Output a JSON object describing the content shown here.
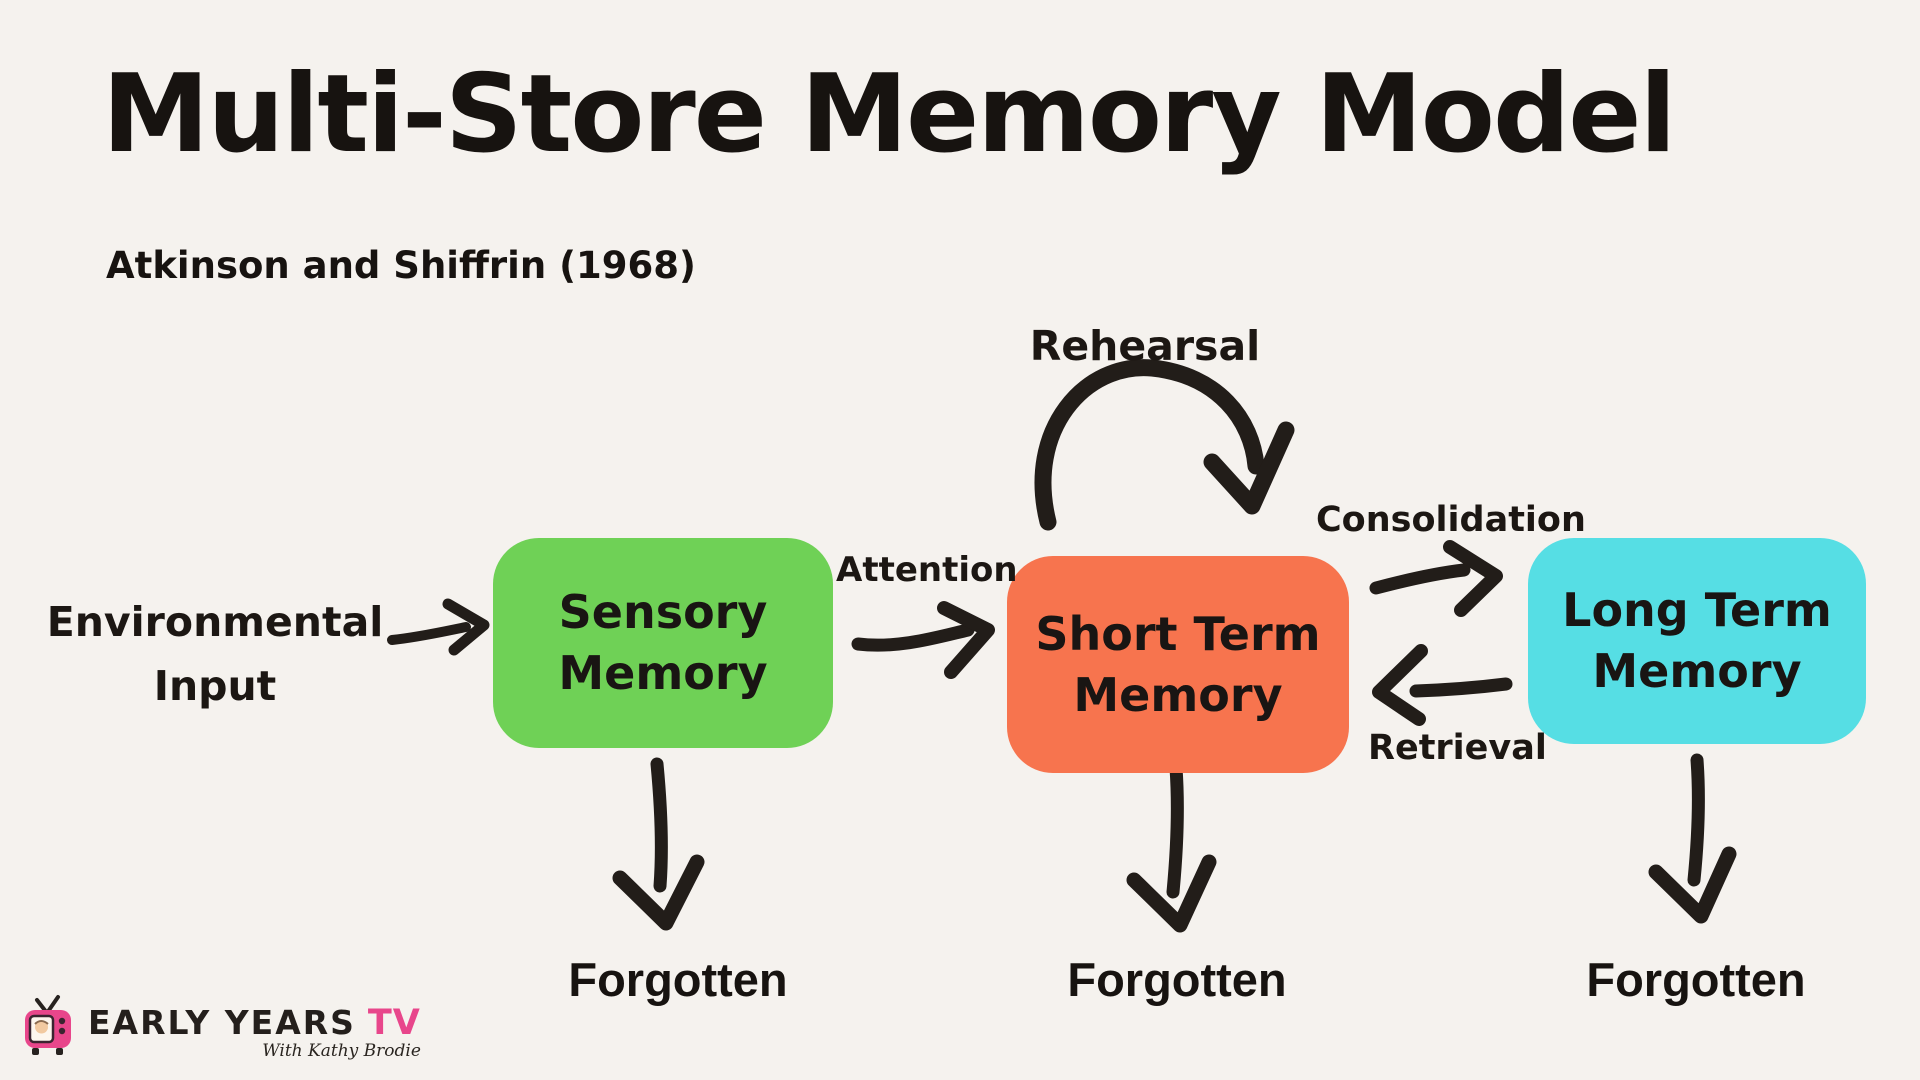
{
  "header": {
    "title": "Multi-Store Memory Model",
    "subtitle": "Atkinson and Shiffrin (1968)"
  },
  "colors": {
    "background": "#f5f2ee",
    "ink": "#221d19",
    "sensory": "#6fd156",
    "short_term": "#f7744e",
    "long_term": "#56dee4",
    "logo_pink": "#e8468b"
  },
  "nodes": [
    {
      "id": "sensory-memory",
      "line1": "Sensory",
      "line2": "Memory"
    },
    {
      "id": "short-term-memory",
      "line1": "Short Term",
      "line2": "Memory"
    },
    {
      "id": "long-term-memory",
      "line1": "Long Term",
      "line2": "Memory"
    }
  ],
  "labels": {
    "input_line1": "Environmental",
    "input_line2": "Input",
    "attention": "Attention",
    "rehearsal": "Rehearsal",
    "consolidation": "Consolidation",
    "retrieval": "Retrieval"
  },
  "forgotten": [
    "Forgotten",
    "Forgotten",
    "Forgotten"
  ],
  "edges": [
    {
      "from": "environmental-input",
      "to": "sensory-memory",
      "label": ""
    },
    {
      "from": "sensory-memory",
      "to": "short-term-memory",
      "label": "Attention"
    },
    {
      "from": "short-term-memory",
      "to": "short-term-memory",
      "label": "Rehearsal"
    },
    {
      "from": "short-term-memory",
      "to": "long-term-memory",
      "label": "Consolidation"
    },
    {
      "from": "long-term-memory",
      "to": "short-term-memory",
      "label": "Retrieval"
    },
    {
      "from": "sensory-memory",
      "to": "forgotten",
      "label": ""
    },
    {
      "from": "short-term-memory",
      "to": "forgotten",
      "label": ""
    },
    {
      "from": "long-term-memory",
      "to": "forgotten",
      "label": ""
    }
  ],
  "logo": {
    "brand": "EARLY YEARS",
    "tv": "TV",
    "tagline": "With Kathy Brodie"
  }
}
